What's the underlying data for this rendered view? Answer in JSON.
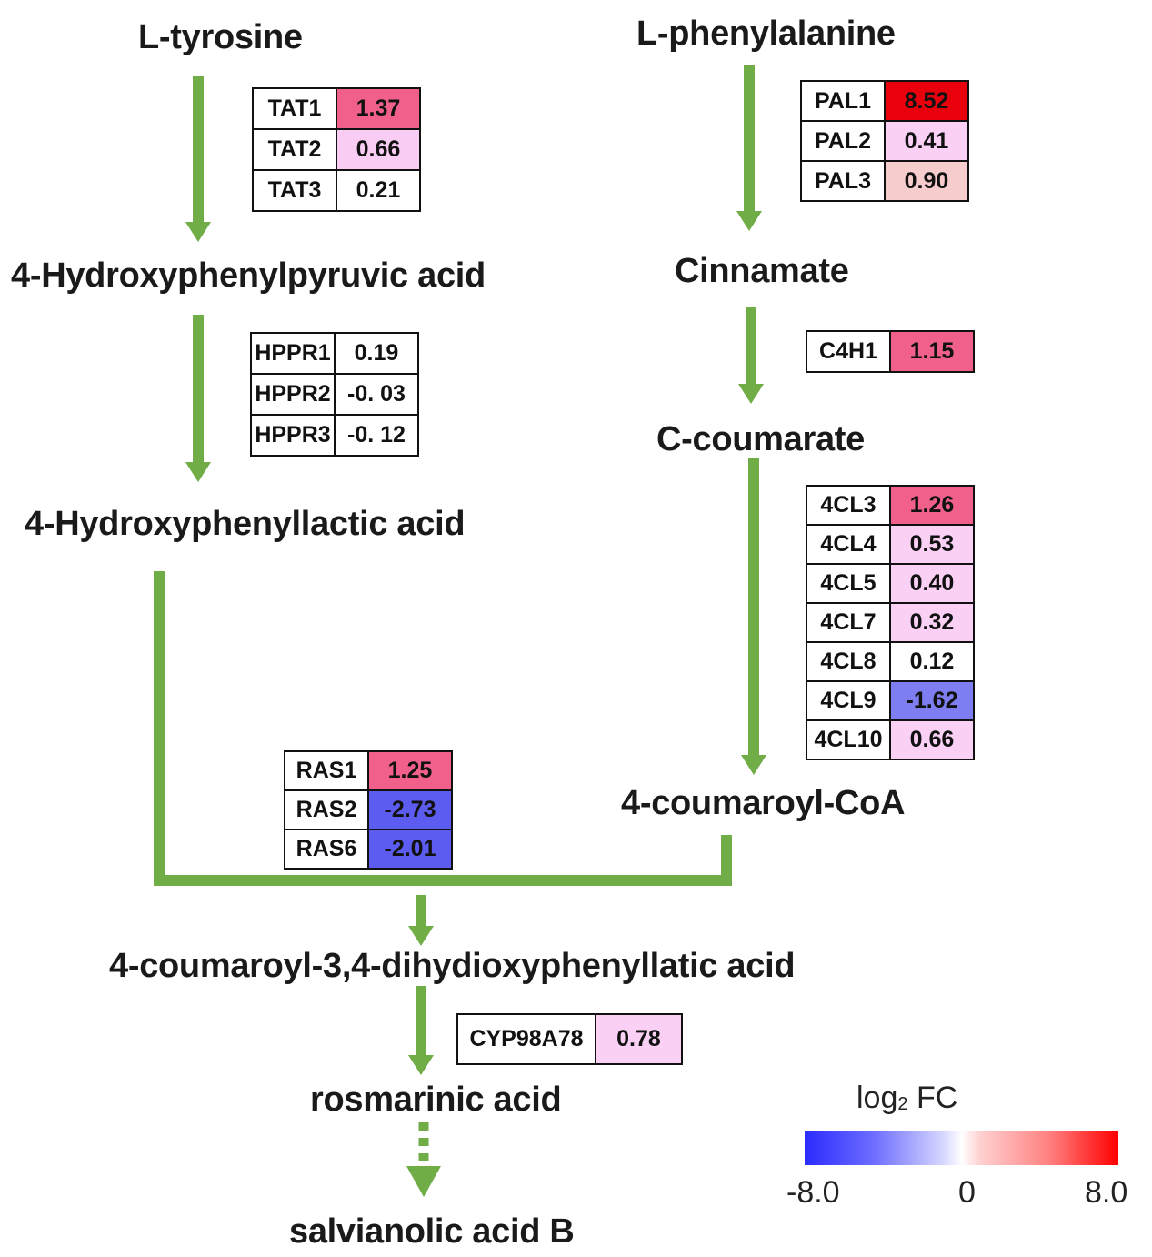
{
  "metabolites": {
    "l_tyrosine": "L-tyrosine",
    "l_phenylalanine": "L-phenylalanine",
    "hppa": "4-Hydroxyphenylpyruvic acid",
    "cinnamate": "Cinnamate",
    "c_coumarate": "C-coumarate",
    "hpla": "4-Hydroxyphenyllactic acid",
    "coumaroyl_coa": "4-coumaroyl-CoA",
    "coumaroyl_dhpla": "4-coumaroyl-3,4-dihydioxyphenyllatic acid",
    "rosmarinic": "rosmarinic acid",
    "salvianolic": "salvianolic acid B"
  },
  "tables": {
    "tat": [
      {
        "gene": "TAT1",
        "value": "1.37",
        "color": "#f0608a"
      },
      {
        "gene": "TAT2",
        "value": "0.66",
        "color": "#f9ccf3"
      },
      {
        "gene": "TAT3",
        "value": "0.21",
        "color": "#ffffff"
      }
    ],
    "hppr": [
      {
        "gene": "HPPR1",
        "value": "0.19",
        "color": "#ffffff"
      },
      {
        "gene": "HPPR2",
        "value": "-0. 03",
        "color": "#ffffff"
      },
      {
        "gene": "HPPR3",
        "value": "-0. 12",
        "color": "#ffffff"
      }
    ],
    "pal": [
      {
        "gene": "PAL1",
        "value": "8.52",
        "color": "#e8000c"
      },
      {
        "gene": "PAL2",
        "value": "0.41",
        "color": "#fbd0f5"
      },
      {
        "gene": "PAL3",
        "value": "0.90",
        "color": "#f7cccc"
      }
    ],
    "c4h": [
      {
        "gene": "C4H1",
        "value": "1.15",
        "color": "#f0608a"
      }
    ],
    "fourcl": [
      {
        "gene": "4CL3",
        "value": "1.26",
        "color": "#f0608a"
      },
      {
        "gene": "4CL4",
        "value": "0.53",
        "color": "#fbd0f5"
      },
      {
        "gene": "4CL5",
        "value": "0.40",
        "color": "#fbd0f5"
      },
      {
        "gene": "4CL7",
        "value": "0.32",
        "color": "#fbd0f5"
      },
      {
        "gene": "4CL8",
        "value": "0.12",
        "color": "#ffffff"
      },
      {
        "gene": "4CL9",
        "value": "-1.62",
        "color": "#7e7ef2"
      },
      {
        "gene": "4CL10",
        "value": "0.66",
        "color": "#fbd0f5"
      }
    ],
    "ras": [
      {
        "gene": "RAS1",
        "value": "1.25",
        "color": "#f0608a"
      },
      {
        "gene": "RAS2",
        "value": "-2.73",
        "color": "#5c5cf0"
      },
      {
        "gene": "RAS6",
        "value": "-2.01",
        "color": "#5c5cf0"
      }
    ],
    "cyp": [
      {
        "gene": "CYP98A78",
        "value": "0.78",
        "color": "#fbd0f5"
      }
    ]
  },
  "legend": {
    "title_main": "log",
    "title_sub": "2",
    "title_tail": " FC",
    "min_label": "-8.0",
    "mid_label": "0",
    "max_label": "8.0"
  },
  "colors": {
    "arrow": "#70ad47",
    "scale_low": "#2b2bff",
    "scale_mid": "#ffffff",
    "scale_high": "#ff0000"
  }
}
